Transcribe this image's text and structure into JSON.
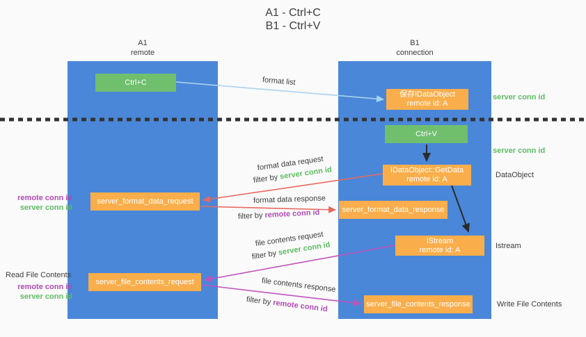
{
  "title": {
    "line1": "A1 - Ctrl+C",
    "line2": "B1 - Ctrl+V"
  },
  "columns": {
    "left": {
      "name": "A1",
      "subtitle": "remote"
    },
    "right": {
      "name": "B1",
      "subtitle": "connection"
    }
  },
  "boxes": {
    "ctrl_c": {
      "label": "Ctrl+C"
    },
    "save_dataobject": {
      "line1": "保存IDataObject",
      "line2": "remote id: A"
    },
    "ctrl_v": {
      "label": "Ctrl+V"
    },
    "getdata": {
      "line1": "IDataObject::GetData",
      "line2": "remote id: A"
    },
    "format_request": {
      "label": "server_format_data_request"
    },
    "format_response": {
      "label": "server_format_data_response"
    },
    "istream": {
      "line1": "IStream",
      "line2": "remote id: A"
    },
    "file_request": {
      "label": "server_file_contents_request"
    },
    "file_response": {
      "label": "server_file_contents_response"
    }
  },
  "arrows": {
    "format_list": {
      "label": "format list"
    },
    "format_data_request": {
      "label": "format data request",
      "filter_prefix": "filter by ",
      "filter_key": "server conn id"
    },
    "format_data_response": {
      "label": "format data response",
      "filter_prefix": "filter by ",
      "filter_key": "remote conn id"
    },
    "file_contents_request": {
      "label": "file contents request",
      "filter_prefix": "filter by ",
      "filter_key": "server conn id"
    },
    "file_contents_response": {
      "label": "file contents response",
      "filter_prefix": "filter by ",
      "filter_key": "remote conn id"
    }
  },
  "side_labels": {
    "right_server_conn_id_top": "server conn id",
    "right_server_conn_id_mid": "server conn id",
    "dataobject": "DataObject",
    "istream": "Istream",
    "write_file_contents": "Write File Contents",
    "left_remote_conn_id_mid": "remote conn id",
    "left_server_conn_id_mid": "server conn id",
    "read_file_contents": "Read File Contents",
    "left_remote_conn_id_bottom": "remote conn id",
    "left_server_conn_id_bottom": "server conn id"
  },
  "colors": {
    "lifeline_blue": "#4a87d8",
    "box_green": "#6fbf6d",
    "box_orange": "#f9ae4b",
    "arrow_blue": "#a9d3ee",
    "arrow_red": "#e8685e",
    "arrow_magenta": "#c153bd",
    "arrow_black": "#2b2b2b",
    "text_green": "#5cbd62",
    "text_magenta": "#b14ab2",
    "divider": "#333333",
    "background": "#fafafa"
  }
}
